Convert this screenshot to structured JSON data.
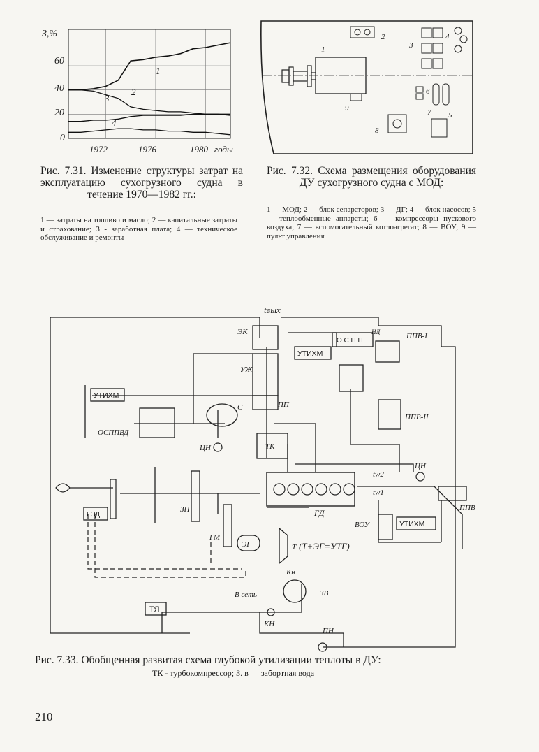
{
  "fig731": {
    "axis": {
      "y_unit": "З,%",
      "y_ticks": [
        "60",
        "40",
        "20",
        "0"
      ],
      "x_ticks": [
        "1972",
        "1976",
        "1980",
        "годы"
      ]
    },
    "curve_labels": [
      "1",
      "2",
      "3",
      "4"
    ],
    "caption_title": "Рис. 7.31. Изменение структуры затрат на эксплуатацию сухогрузного судна в течение 1970—1982 гг.:",
    "caption_legend": "1 — затраты на топливо и масло; 2 — капитальные затраты и страхование; 3 - заработная плата; 4 — техническое обслуживание и ремонты"
  },
  "chart_data": {
    "type": "line",
    "x": [
      1969,
      1970,
      1971,
      1972,
      1973,
      1974,
      1975,
      1976,
      1977,
      1978,
      1979,
      1980,
      1981,
      1982
    ],
    "ylim": [
      0,
      90
    ],
    "xticks": [
      "1972",
      "1976",
      "1980"
    ],
    "series": [
      {
        "name": "1",
        "values": [
          40,
          40,
          41,
          43,
          48,
          64,
          65,
          67,
          68,
          70,
          74,
          75,
          77,
          79
        ]
      },
      {
        "name": "2",
        "values": [
          40,
          40,
          39,
          36,
          33,
          26,
          24,
          23,
          22,
          22,
          21,
          20,
          20,
          19
        ]
      },
      {
        "name": "3",
        "values": [
          14,
          14,
          15,
          15,
          16,
          18,
          19,
          19,
          19,
          19,
          20,
          20,
          20,
          20
        ]
      },
      {
        "name": "4",
        "values": [
          5,
          5,
          6,
          7,
          8,
          8,
          7,
          7,
          6,
          6,
          5,
          5,
          4,
          3
        ]
      }
    ]
  },
  "fig732": {
    "callouts": [
      "1",
      "2",
      "3",
      "4",
      "5",
      "6",
      "7",
      "8",
      "9"
    ],
    "caption_title": "Рис. 7.32. Схема размещения оборудования ДУ сухогрузного судна с МОД:",
    "caption_legend": "1 — МОД; 2 — блок сепараторов; 3 — ДГ; 4 — блок насосов; 5 — теплообменные аппараты; 6 — компрессоры пускового воздуха; 7 — вспомогательный котлоагрегат; 8 — ВОУ; 9 — пульт управления"
  },
  "fig733": {
    "labels": {
      "t_out": "tвых",
      "ek": "ЭК",
      "uzh": "УЖ",
      "pp": "ПП",
      "s": "С",
      "tsn": "ЦН",
      "tk": "ТК",
      "ospp": "ОСППВД",
      "utikhm": "УТИХМ",
      "utikhm2": "УТИХМ",
      "utikhm3": "УТИХМ",
      "ocpp": "О С П П",
      "nd": "НД",
      "ppv1": "ППВ-I",
      "ppv2": "ППВ-II",
      "tw2": "tw2",
      "tw1": "tw1",
      "tsn2": "ЦН",
      "gd": "ГД",
      "ppv": "ППВ",
      "voy": "ВОУ",
      "gez": "ГЭД",
      "zp": "ЗП",
      "gm": "ГМ",
      "eg": "ЭГ",
      "t": "Т",
      "formula": "(Т+ЭГ=УТГ)",
      "kn": "Кн",
      "zv": "ЗВ",
      "v_set": "В сеть",
      "tya": "ТЯ",
      "kn2": "КН",
      "pn": "ПН"
    },
    "caption_title": "Рис. 7.33. Обобщенная развитая схема глубокой утилизации теплоты в ДУ:",
    "caption_legend": "ТК - турбокомпрессор; З. в — забортная вода"
  },
  "page_number": "210"
}
